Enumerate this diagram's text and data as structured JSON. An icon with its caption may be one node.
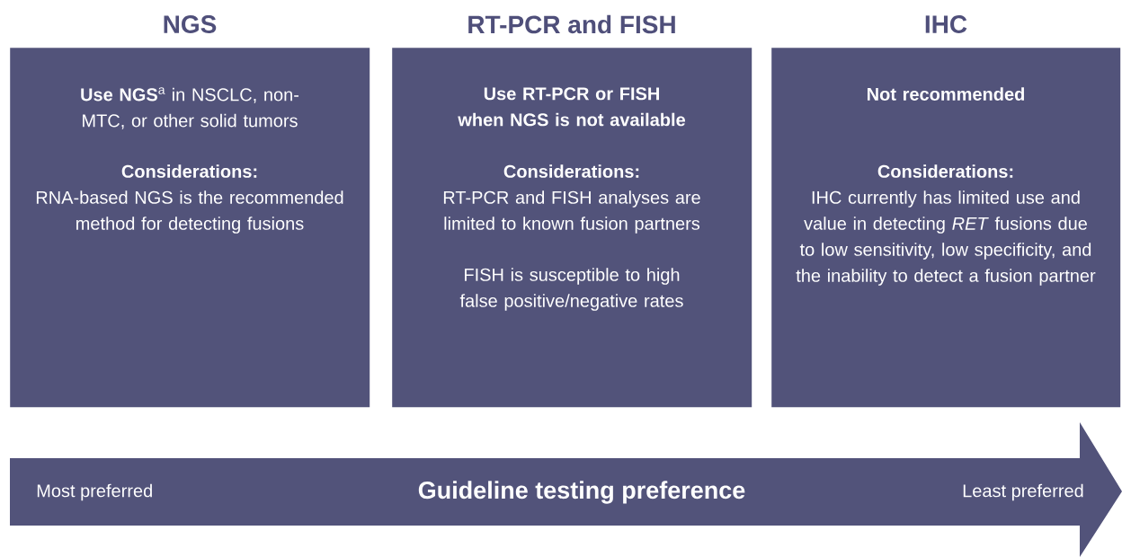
{
  "diagram": {
    "nodes": [
      {
        "text": [
          "NGS",
          "**Use NGS**$^{a}$ in NSCLC, non-MTC, or other solid tumors",
          "Considerations:",
          "RNA-based NGS is the recommended method for detecting fusions"
        ]
      },
      {
        "text": [
          "RT-PCR and FISH",
          "Use RT-PCR or FISH when NGS is not available",
          "Considerations:",
          "RT-PCR and FISH analyses are limited to known fusion partners",
          "FISH is susceptible to high false positive/negative rates"
        ]
      },
      {
        "text": [
          "IHC",
          "Not recommended",
          "Considerations:",
          "IHC currently has limited use and value in detecting *RET* fusions due to low sensitivity, low specificity, and the inability to detect a fusion partner"
        ]
      },
      {
        "text": [
          "Most preferred",
          "Guideline testing preference",
          "Least preferred"
        ]
      }
    ]
  }
}
